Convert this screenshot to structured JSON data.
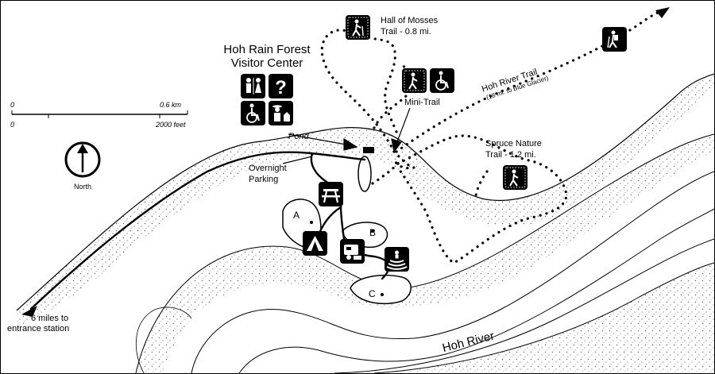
{
  "visitor_center": {
    "line1": "Hoh Rain Forest",
    "line2": "Visitor Center"
  },
  "trails": {
    "hall_of_mosses": {
      "line1": "Hall of Mosses",
      "line2": "Trail - 0.8 mi."
    },
    "spruce_nature": {
      "line1": "Spruce Nature",
      "line2": "Trail - 1.2 mi."
    },
    "mini_trail": "Mini-Trail",
    "hoh_river_trail": {
      "title": "Hoh River Trail",
      "subtitle": "(18 mi. to Blue Glacier)"
    }
  },
  "features": {
    "pond": "Pond",
    "overnight_parking": {
      "line1": "Overnight",
      "line2": "Parking"
    },
    "hoh_river": "Hoh River",
    "campground_loops": [
      "A",
      "B",
      "C"
    ]
  },
  "entrance": {
    "line1": "6 miles to",
    "line2": "entrance station"
  },
  "scale": {
    "km_zero": "0",
    "km_value": "0.6 km",
    "ft_zero": "0",
    "ft_value": "2000 feet"
  },
  "north_label": "North",
  "icons": [
    "restroom-icon",
    "information-icon",
    "wheelchair-accessible-icon",
    "ranger-station-icon",
    "hiker-icon",
    "picnic-area-icon",
    "campground-icon",
    "dump-station-icon",
    "amphitheater-icon"
  ]
}
